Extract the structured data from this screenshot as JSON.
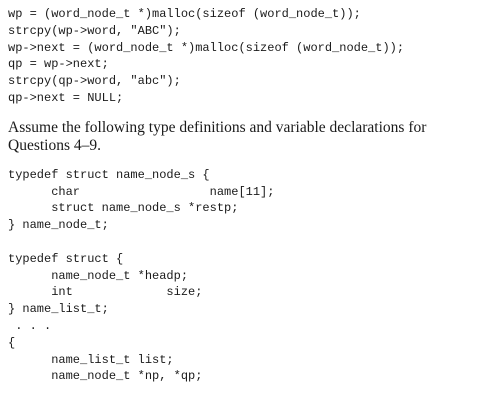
{
  "code_block_1": {
    "lines": [
      "wp = (word_node_t *)malloc(sizeof (word_node_t));",
      "strcpy(wp->word, \"ABC\");",
      "wp->next = (word_node_t *)malloc(sizeof (word_node_t));",
      "qp = wp->next;",
      "strcpy(qp->word, \"abc\");",
      "qp->next = NULL;"
    ]
  },
  "paragraph": {
    "lines": [
      "Assume the following type definitions and variable declarations for",
      "Questions 4–9."
    ]
  },
  "code_block_2": {
    "lines": [
      "typedef struct name_node_s {",
      "      char                  name[11];",
      "      struct name_node_s *restp;",
      "} name_node_t;",
      "",
      "typedef struct {",
      "      name_node_t *headp;",
      "      int             size;",
      "} name_list_t;",
      " . . .",
      "{",
      "      name_list_t list;",
      "      name_node_t *np, *qp;"
    ]
  }
}
